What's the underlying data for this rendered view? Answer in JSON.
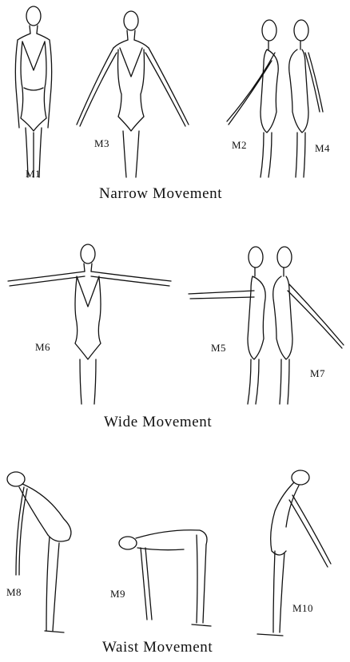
{
  "sections": [
    {
      "caption": "Narrow Movement",
      "figures": [
        {
          "id": "M1",
          "view": "front",
          "arms": "down"
        },
        {
          "id": "M3",
          "view": "front",
          "arms": "angled-down"
        },
        {
          "id": "M2",
          "view": "side",
          "arms": "forward-down"
        },
        {
          "id": "M4",
          "view": "side",
          "arms": "back-down"
        }
      ]
    },
    {
      "caption": "Wide Movement",
      "figures": [
        {
          "id": "M6",
          "view": "front",
          "arms": "horizontal"
        },
        {
          "id": "M5",
          "view": "side",
          "arms": "forward-horizontal"
        },
        {
          "id": "M7",
          "view": "side",
          "arms": "back-diagonal"
        }
      ]
    },
    {
      "caption": "Waist Movement",
      "figures": [
        {
          "id": "M8",
          "view": "side",
          "pose": "slight-forward-bend"
        },
        {
          "id": "M9",
          "view": "side",
          "pose": "deep-forward-bend"
        },
        {
          "id": "M10",
          "view": "side",
          "pose": "back-bend"
        }
      ]
    }
  ]
}
